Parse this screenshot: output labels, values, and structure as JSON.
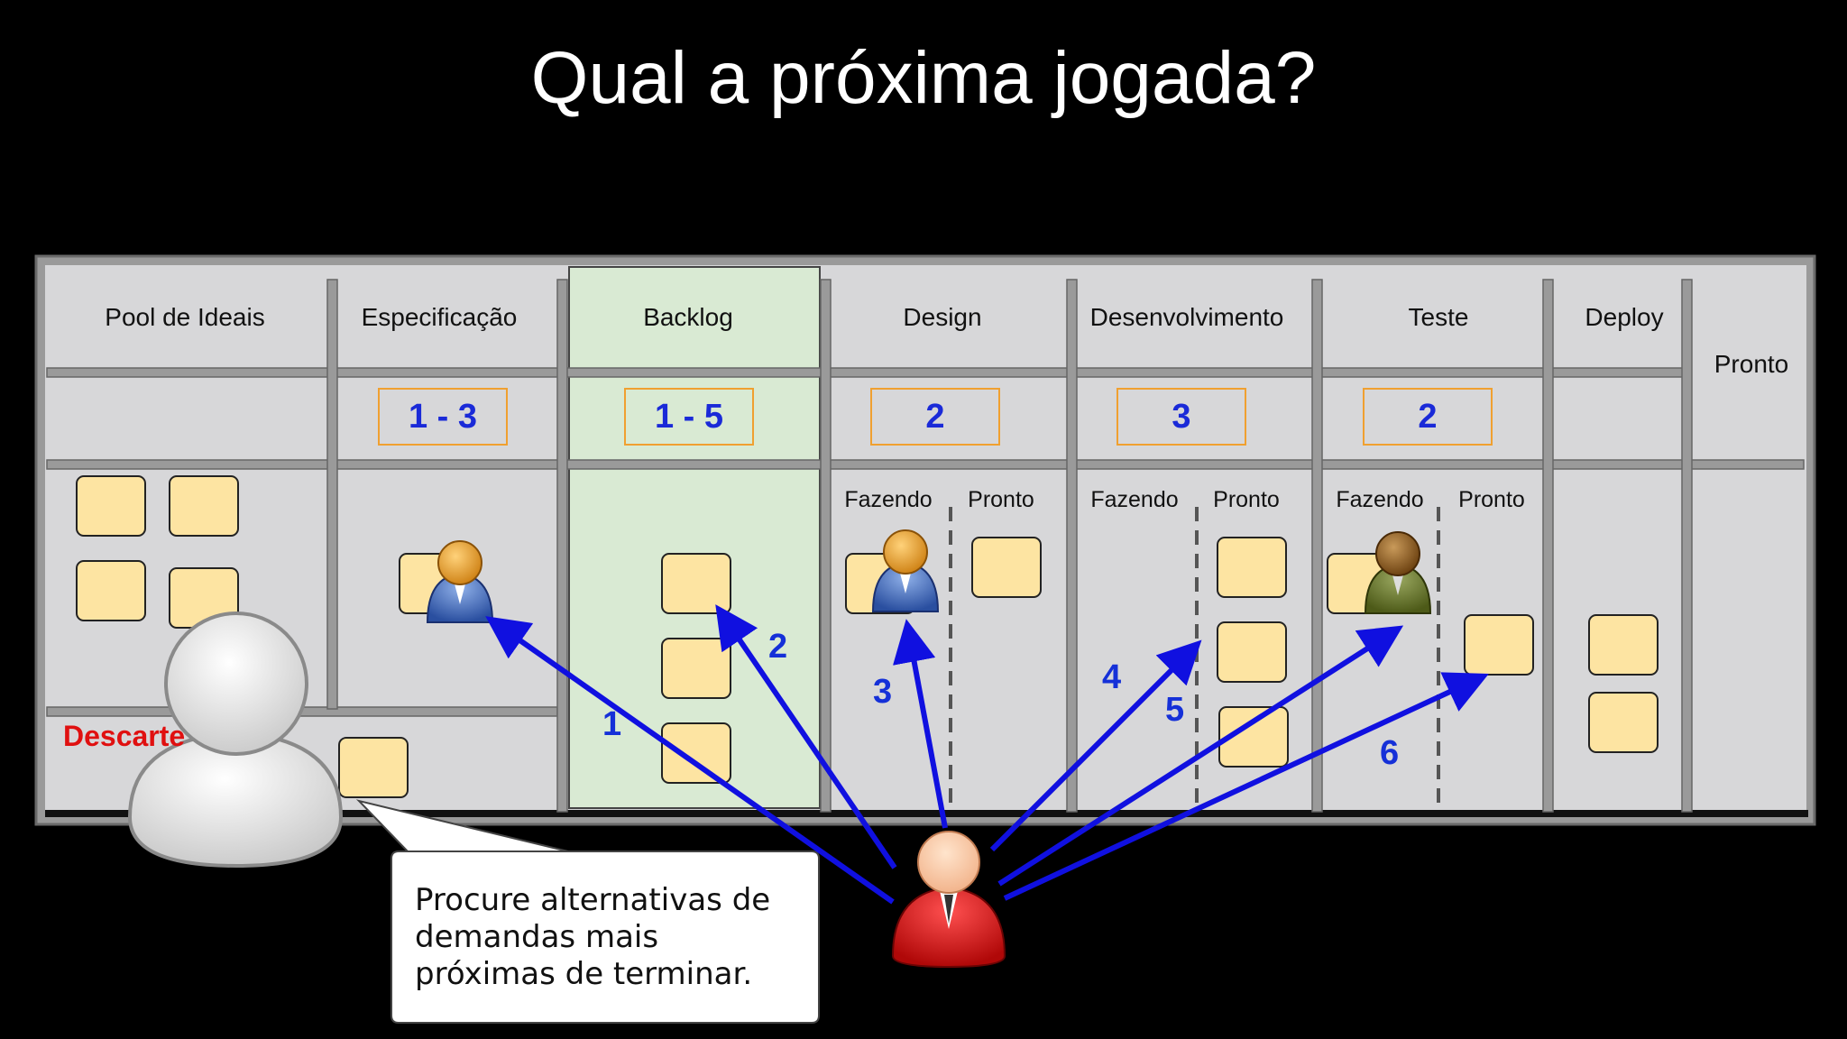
{
  "title": "Qual a próxima jogada?",
  "columns": {
    "pool": "Pool de Ideais",
    "spec": "Especificação",
    "backlog": "Backlog",
    "design": "Design",
    "dev": "Desenvolvimento",
    "teste": "Teste",
    "deploy": "Deploy",
    "pronto": "Pronto"
  },
  "wip_limits": {
    "spec": "1 - 3",
    "backlog": "1 - 5",
    "design": "2",
    "dev": "3",
    "teste": "2"
  },
  "sub_columns": {
    "design_doing": "Fazendo",
    "design_done": "Pronto",
    "dev_doing": "Fazendo",
    "dev_done": "Pronto",
    "teste_doing": "Fazendo",
    "teste_done": "Pronto"
  },
  "descarte_label": "Descarte",
  "arrow_labels": [
    "1",
    "2",
    "3",
    "4",
    "5",
    "6"
  ],
  "speech_bubble": "Procure alternativas de demandas mais próximas de terminar.",
  "colors": {
    "board": "#d7d7d9",
    "backlog_highlight": "#d9ead3",
    "card": "#fde4a2",
    "arrow": "#1010e0",
    "wip_border": "#f0a030",
    "descarte": "#e01010",
    "player": "#cc1414"
  }
}
